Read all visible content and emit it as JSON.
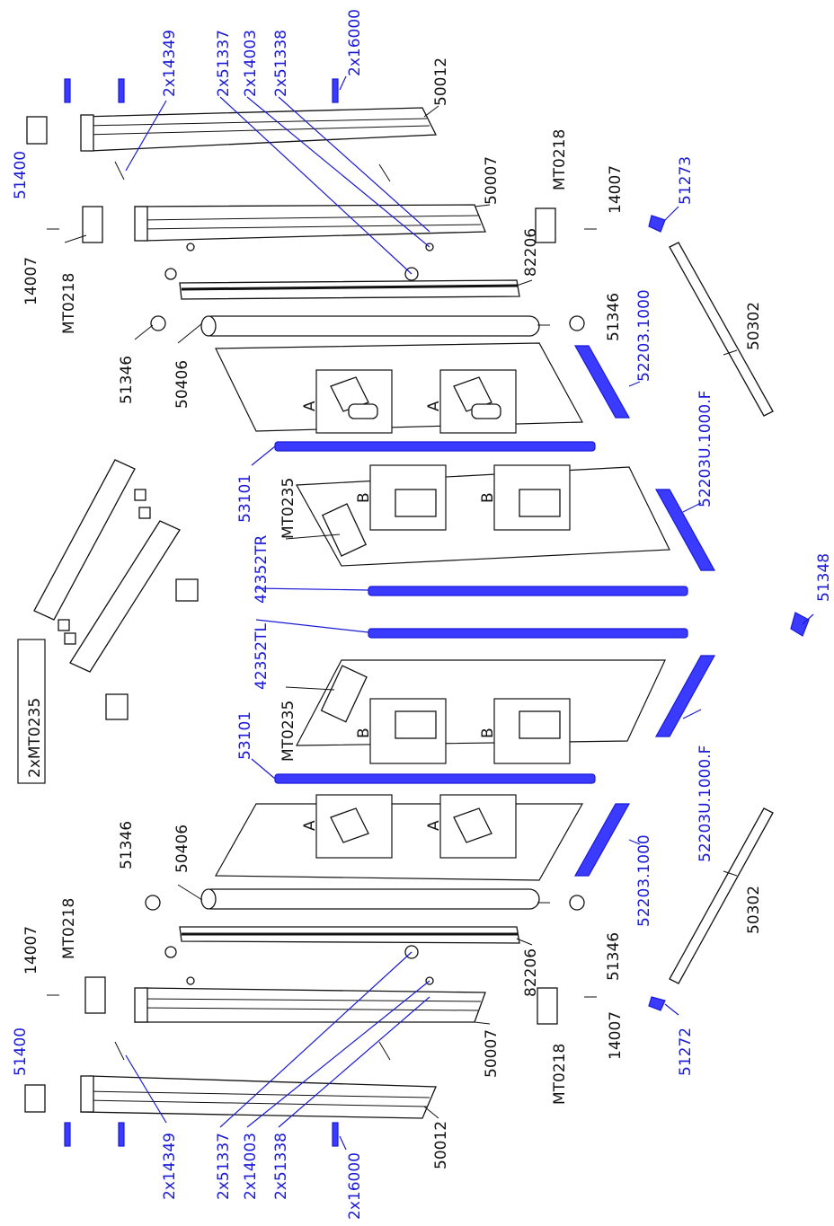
{
  "colors": {
    "blue_label": "#1a1ad6",
    "black_label": "#111111",
    "blue_part": "#3b3bff"
  },
  "labels": {
    "title": "2xMT0235",
    "top": {
      "n2x14349": "2x14349",
      "n2x51337": "2x51337",
      "n2x14003": "2x14003",
      "n2x51338": "2x51338",
      "n2x16000": "2x16000",
      "n50012": "50012",
      "n51400": "51400",
      "n50007": "50007",
      "nMT0218_r": "MT0218",
      "n14007_r": "14007",
      "n51273": "51273",
      "n82206": "82206",
      "n14007_l": "14007",
      "nMT0218_l": "MT0218",
      "n51346_r": "51346",
      "n52203_1000": "52203.1000",
      "n50302": "50302",
      "n51346_l": "51346",
      "n50406": "50406",
      "n52203U": "52203U.1000.F"
    },
    "middle": {
      "n53101_a": "53101",
      "nMT0235_a": "MT0235",
      "n42352TR": "42352TR",
      "n42352TL": "42352TL",
      "nMT0235_b": "MT0235",
      "n53101_b": "53101",
      "n51348": "51348",
      "n52203U_b": "52203U.1000.F",
      "letter_a": "A",
      "letter_b": "B"
    },
    "bottom": {
      "n51346_l": "51346",
      "n50406": "50406",
      "n14007_l": "14007",
      "nMT0218_l": "MT0218",
      "n51400": "51400",
      "n82206": "82206",
      "n51346_r": "51346",
      "n52203_1000": "52203.1000",
      "n50302": "50302",
      "n50007": "50007",
      "n14007_r": "14007",
      "nMT0218_r": "MT0218",
      "n51272": "51272",
      "n50012": "50012",
      "n2x14349": "2x14349",
      "n2x51337": "2x51337",
      "n2x14003": "2x14003",
      "n2x51338": "2x51338",
      "n2x16000": "2x16000"
    }
  }
}
